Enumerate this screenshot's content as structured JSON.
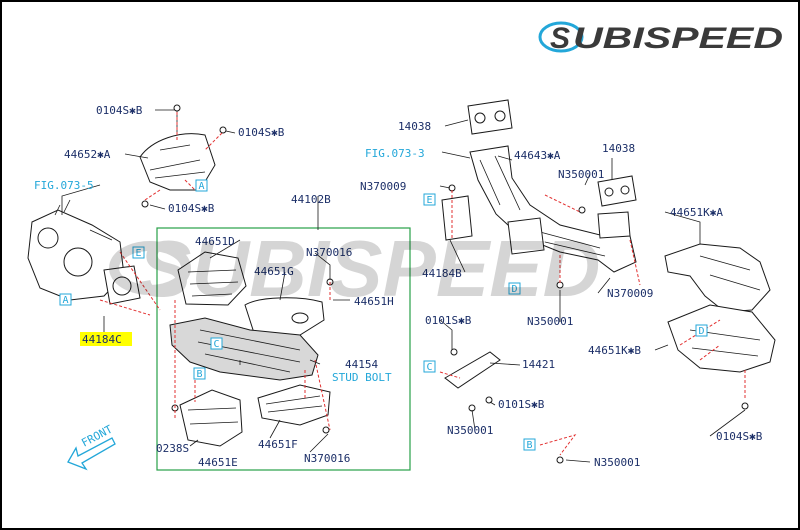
{
  "brand": {
    "logo_s": "S",
    "logo_rest": "UBISPEED",
    "watermark": "SUBISPEED",
    "accent": "#23a7d9",
    "ink": "#1c2f68",
    "highlight": "#ffff00"
  },
  "labels": {
    "b1": "0104S✱B",
    "b2": "0104S✱B",
    "cover_a": "44652✱A",
    "fig_a": "FIG.073-5",
    "b3": "0104S✱B",
    "p44102b": "44102B",
    "p44651d": "44651D",
    "n370016a": "N370016",
    "p44651g": "44651G",
    "p44651h": "44651H",
    "p44184c": "44184C",
    "p44154": "44154",
    "stud": "STUD BOLT",
    "s0238": "0238S",
    "p44651f": "44651F",
    "p44651e": "44651E",
    "n370016b": "N370016",
    "p14038a": "14038",
    "fig_b": "FIG.073-3",
    "p44643": "44643✱A",
    "n370009a": "N370009",
    "n350001a": "N350001",
    "p14038b": "14038",
    "p44651ka": "44651K✱A",
    "p44184b": "44184B",
    "n370009b": "N370009",
    "n350001b": "N350001",
    "b4": "0101S✱B",
    "p14421": "14421",
    "p44651kb": "44651K✱B",
    "b5": "0101S✱B",
    "n350001c": "N350001",
    "n350001d": "N350001",
    "b6": "0104S✱B",
    "front": "FRONT"
  },
  "ref_boxes": {
    "a": "A",
    "b": "B",
    "c": "C",
    "d": "D",
    "e": "E"
  }
}
